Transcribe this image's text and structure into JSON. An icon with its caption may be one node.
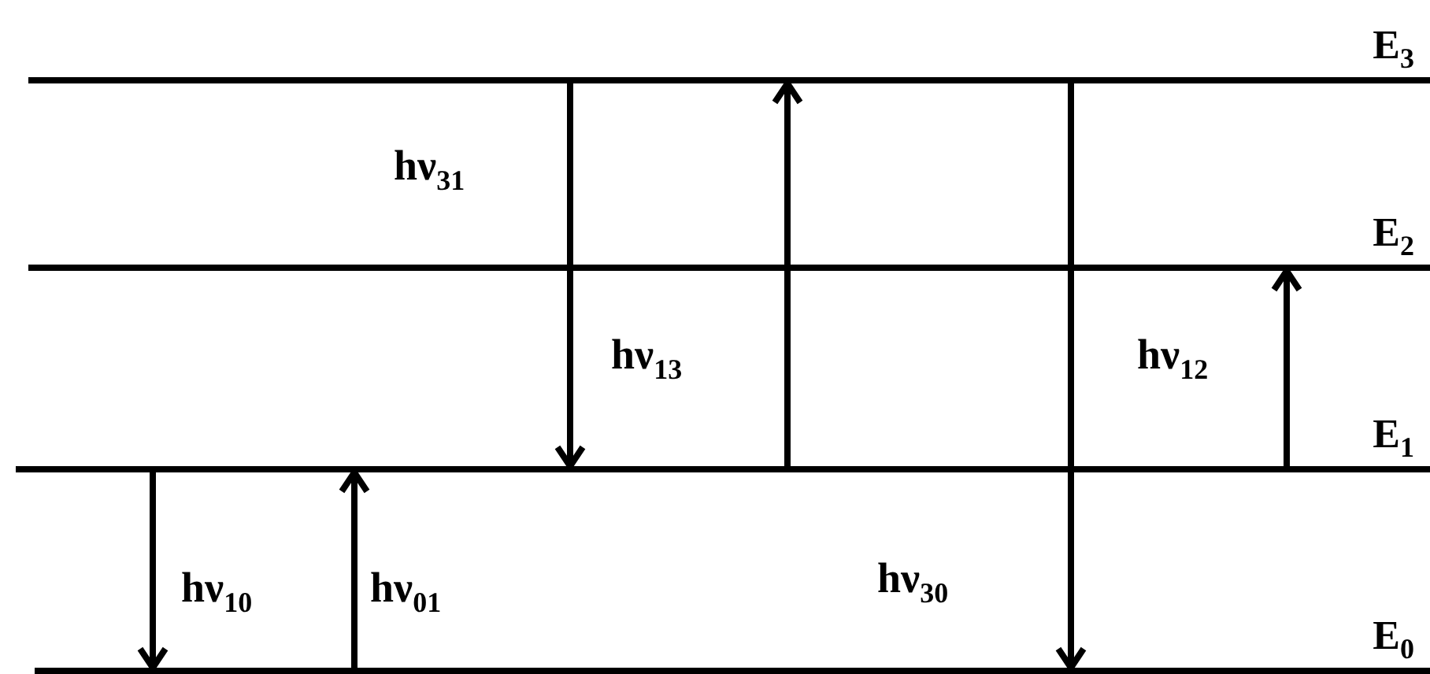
{
  "diagram": {
    "nodes": [
      {
        "text": [
          "E$_{3}$"
        ]
      },
      {
        "text": [
          "E$_{2}$"
        ]
      },
      {
        "text": [
          "E$_{1}$"
        ]
      },
      {
        "text": [
          "E$_{0}$"
        ]
      }
    ],
    "edges": [
      {
        "from": 0,
        "to": 2,
        "arrow": "to",
        "label": "hν$_{31}$"
      },
      {
        "from": 2,
        "to": 0,
        "arrow": "to",
        "label": "hν$_{13}$"
      },
      {
        "from": 0,
        "to": 3,
        "arrow": "to",
        "label": "hν$_{30}$"
      },
      {
        "from": 2,
        "to": 1,
        "arrow": "to",
        "label": "hν$_{12}$"
      },
      {
        "from": 2,
        "to": 3,
        "arrow": "to",
        "label": "hν$_{10}$"
      },
      {
        "from": 3,
        "to": 2,
        "arrow": "to",
        "label": "hν$_{01}$"
      }
    ]
  }
}
